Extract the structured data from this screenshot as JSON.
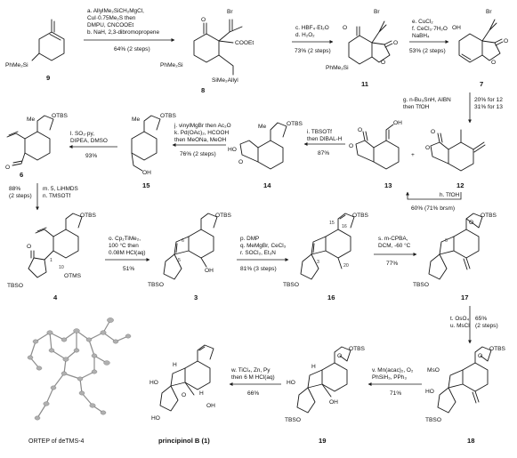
{
  "compounds": {
    "c9": {
      "label": "9",
      "atoms": [
        "PhMe₂Si"
      ]
    },
    "c8": {
      "label": "8",
      "atoms": [
        "Br",
        "O",
        "COOEt",
        "PhMe₂Si",
        "SiMe₂Allyl"
      ]
    },
    "c11": {
      "label": "11",
      "atoms": [
        "Br",
        "O",
        "O",
        "O",
        "PhMe₂Si"
      ]
    },
    "c7": {
      "label": "7",
      "atoms": [
        "Br",
        "OH",
        "O",
        "O"
      ]
    },
    "c12": {
      "label": "12",
      "atoms": [
        "O",
        "O"
      ]
    },
    "c13": {
      "label": "13",
      "atoms": [
        "OH",
        "O",
        "O"
      ]
    },
    "c14": {
      "label": "14",
      "atoms": [
        "OTBS",
        "Me",
        "HO",
        "O"
      ]
    },
    "c15": {
      "label": "15",
      "atoms": [
        "OTBS",
        "Me",
        "OH"
      ]
    },
    "c6": {
      "label": "6",
      "atoms": [
        "OTBS",
        "Me",
        "O"
      ]
    },
    "c4": {
      "label": "4",
      "atoms": [
        "OTBS",
        "O",
        "OTMS",
        "TBSO",
        "1",
        "10"
      ]
    },
    "c3": {
      "label": "3",
      "atoms": [
        "OTBS",
        "OH",
        "TBSO",
        "5",
        "6"
      ]
    },
    "c16": {
      "label": "16",
      "atoms": [
        "OTBS",
        "15",
        "16",
        "20",
        "TBSO",
        "3"
      ]
    },
    "c17": {
      "label": "17",
      "atoms": [
        "OTBS",
        "O",
        "TBSO",
        "6"
      ]
    },
    "c18": {
      "label": "18",
      "atoms": [
        "OTBS",
        "MsO",
        "HO",
        "O",
        "TBSO"
      ]
    },
    "c19": {
      "label": "19",
      "atoms": [
        "OTBS",
        "O",
        "HO",
        "H",
        "OH",
        "TBSO"
      ]
    },
    "c1": {
      "label": "principinol B (1)",
      "atoms": [
        "H",
        "HO",
        "O",
        "H",
        "HO",
        "OH"
      ]
    }
  },
  "arrows": {
    "a9_8": {
      "lines": [
        "a. AllylMe₂SiCH₂MgCl,",
        "CuI·0.75Me₂S then",
        "DMPU, CNCOOEt",
        "b. NaH, 2,3-dibromopropene"
      ],
      "yield": "64% (2 steps)"
    },
    "a8_11": {
      "lines": [
        "c. HBF₄·Et₂O",
        "d. H₂O₂"
      ],
      "yield": "73% (2 steps)"
    },
    "a11_7": {
      "lines": [
        "e. CuCl₂",
        "f. CeCl₃·7H₂O",
        "NaBH₄"
      ],
      "yield": "53% (2 steps)"
    },
    "a7_12": {
      "lines": [
        "g. n-Bu₃SnH, AIBN",
        "then TfOH"
      ],
      "yield": "20% for 12",
      "yield2": "31% for 13"
    },
    "a12_13": {
      "lines": [
        "h. TfOH"
      ],
      "yield": "60% (71% brsm)"
    },
    "a13_14": {
      "lines": [
        "i. TBSOTf",
        "then DIBAL-H"
      ],
      "yield": "87%"
    },
    "a14_15": {
      "lines": [
        "j. vinylMgBr then Ac₂O",
        "k. Pd(OAc)₂, HCOOH",
        "then MeONa, MeOH"
      ],
      "yield": "76% (2 steps)"
    },
    "a15_6": {
      "lines": [
        "l. SO₃·py,",
        "DIPEA, DMSO"
      ],
      "yield": "93%"
    },
    "a6_4": {
      "lines": [
        "m. 5, LiHMDS",
        "n. TMSOTf"
      ],
      "yield": "88%",
      "yield2": "(2 steps)"
    },
    "a4_3": {
      "lines": [
        "o. Cp₂TiMe₂,",
        "100 °C then",
        "0.08M HCl(aq)"
      ],
      "yield": "51%"
    },
    "a3_16": {
      "lines": [
        "p. DMP",
        "q. MeMgBr, CeCl₃",
        "r. SOCl₂, Et₃N"
      ],
      "yield": "81% (3 steps)"
    },
    "a16_17": {
      "lines": [
        "s. m-CPBA,",
        "DCM, -60 °C"
      ],
      "yield": "77%"
    },
    "a17_18": {
      "lines": [
        "t. OsO₄",
        "u. MsCl"
      ],
      "yield": "65%",
      "yield2": "(2 steps)"
    },
    "a18_19": {
      "lines": [
        "v. Mn(acac)₂, O₂",
        "PhSiH₃, PPh₃"
      ],
      "yield": "71%"
    },
    "a19_1": {
      "lines": [
        "w. TiCl₄, Zn, Py",
        "then 6 M HCl(aq)"
      ],
      "yield": "66%"
    }
  },
  "ortep": {
    "caption": "ORTEP of deTMS-4"
  }
}
